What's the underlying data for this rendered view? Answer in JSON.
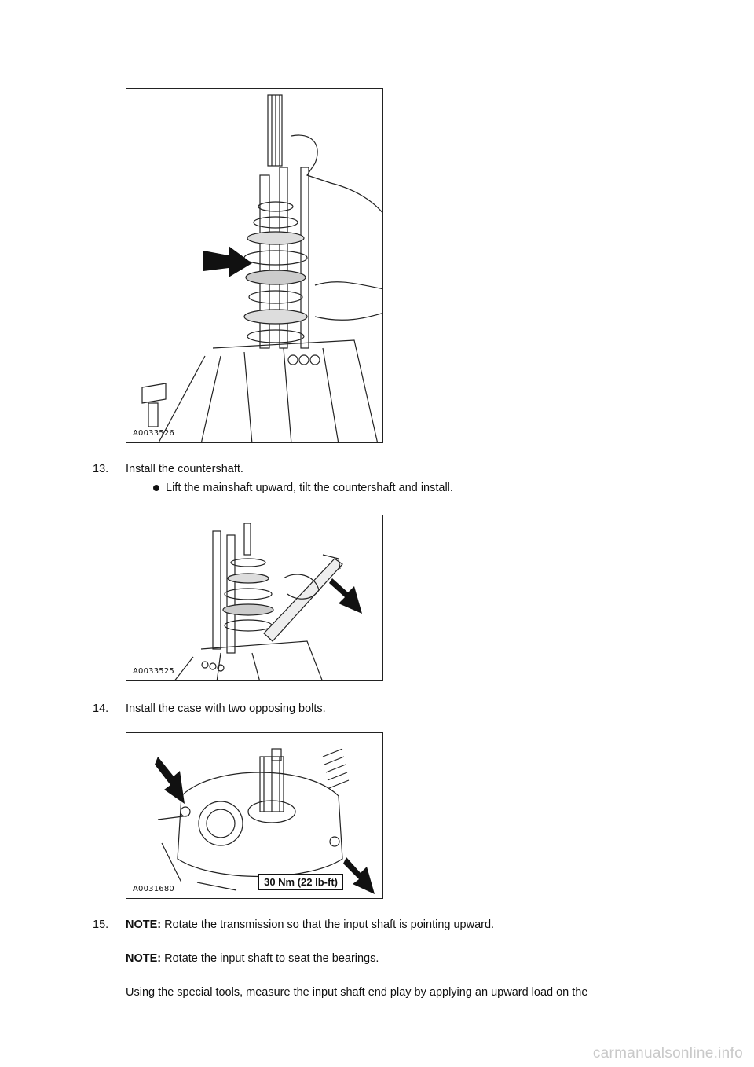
{
  "figures": [
    {
      "id": "A0033526"
    },
    {
      "id": "A0033525"
    },
    {
      "id": "A0031680",
      "torque_label": "30 Nm (22 lb-ft)"
    }
  ],
  "steps": [
    {
      "number": "13.",
      "text": "Install the countershaft.",
      "bullet": "Lift the mainshaft upward, tilt the countershaft and install."
    },
    {
      "number": "14.",
      "text": "Install the case with two opposing bolts."
    },
    {
      "number": "15.",
      "note1_label": "NOTE:",
      "note1_text": " Rotate the transmission so that the input shaft is pointing upward.",
      "note2_label": "NOTE:",
      "note2_text": " Rotate the input shaft to seat the bearings.",
      "text": "Using the special tools, measure the input shaft end play by applying an upward load on the"
    }
  ],
  "footer": "carmanualsonline.info"
}
